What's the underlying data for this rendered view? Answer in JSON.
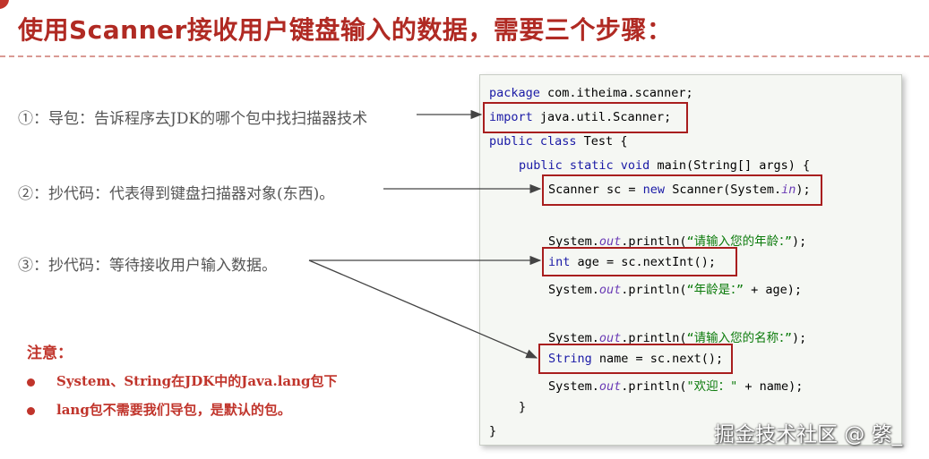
{
  "title": "使用Scanner接收用户键盘输入的数据，需要三个步骤：",
  "steps": [
    "①：导包：告诉程序去JDK的哪个包中找扫描器技术",
    "②：抄代码：代表得到键盘扫描器对象(东西)。",
    "③：抄代码：等待接收用户输入数据。"
  ],
  "notes": {
    "title": "注意：",
    "items": [
      "System、String在JDK中的Java.lang包下",
      "lang包不需要我们导包，是默认的包。"
    ]
  },
  "code": {
    "l1_kw": "package",
    "l1_rest": " com.itheima.scanner;",
    "l2_kw": "import",
    "l2_rest": " java.util.Scanner;",
    "l3_kw": "public class",
    "l3_rest": " Test {",
    "l4_kw": "public static void",
    "l4_rest": " main(String[] args) {",
    "l5_a": "Scanner sc = ",
    "l5_kw": "new",
    "l5_b": " Scanner(System.",
    "l5_it": "in",
    "l5_c": ");",
    "l6_a": "System.",
    "l6_it": "out",
    "l6_b": ".println(",
    "l6_st": "“请输入您的年龄：”",
    "l6_c": ");",
    "l7_kw": "int",
    "l7_rest": " age = sc.nextInt();",
    "l8_a": "System.",
    "l8_it": "out",
    "l8_b": ".println(",
    "l8_st": "“年龄是：”",
    "l8_c": " + age);",
    "l9_a": "System.",
    "l9_it": "out",
    "l9_b": ".println(",
    "l9_st": "“请输入您的名称：”",
    "l9_c": ");",
    "l10_kw": "String",
    "l10_rest": " name = sc.next();",
    "l11_a": "System.",
    "l11_it": "out",
    "l11_b": ".println(",
    "l11_st": "\"欢迎：\"",
    "l11_c": " + name);",
    "l12": "}",
    "l13": "}"
  },
  "watermark": "掘金技术社区 @ 綮_",
  "colors": {
    "accent": "#c0342b",
    "keyword": "#1a1aa6",
    "string": "#0a7a0a",
    "highlight": "#a81e1e"
  }
}
